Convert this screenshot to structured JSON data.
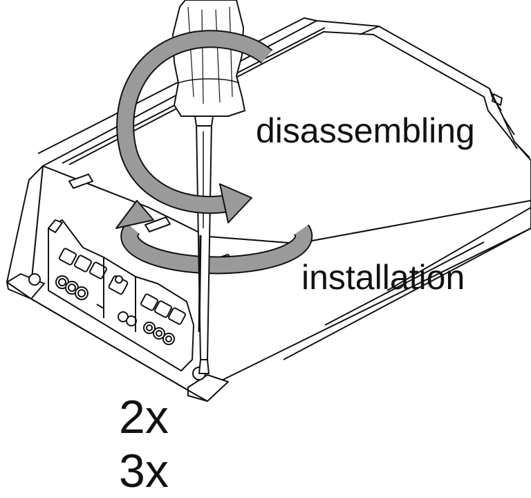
{
  "labels": {
    "disassembling": "disassembling",
    "installation": "installation",
    "count_a": "2x",
    "count_b": "3x"
  },
  "colors": {
    "line": "#111111",
    "arrow": "#9a9a9a",
    "background": "#ffffff"
  },
  "icons": {
    "screwdriver": "screwdriver-icon",
    "rotate_cw": "rotate-clockwise-arrow",
    "rotate_ccw": "rotate-counterclockwise-arrow"
  }
}
